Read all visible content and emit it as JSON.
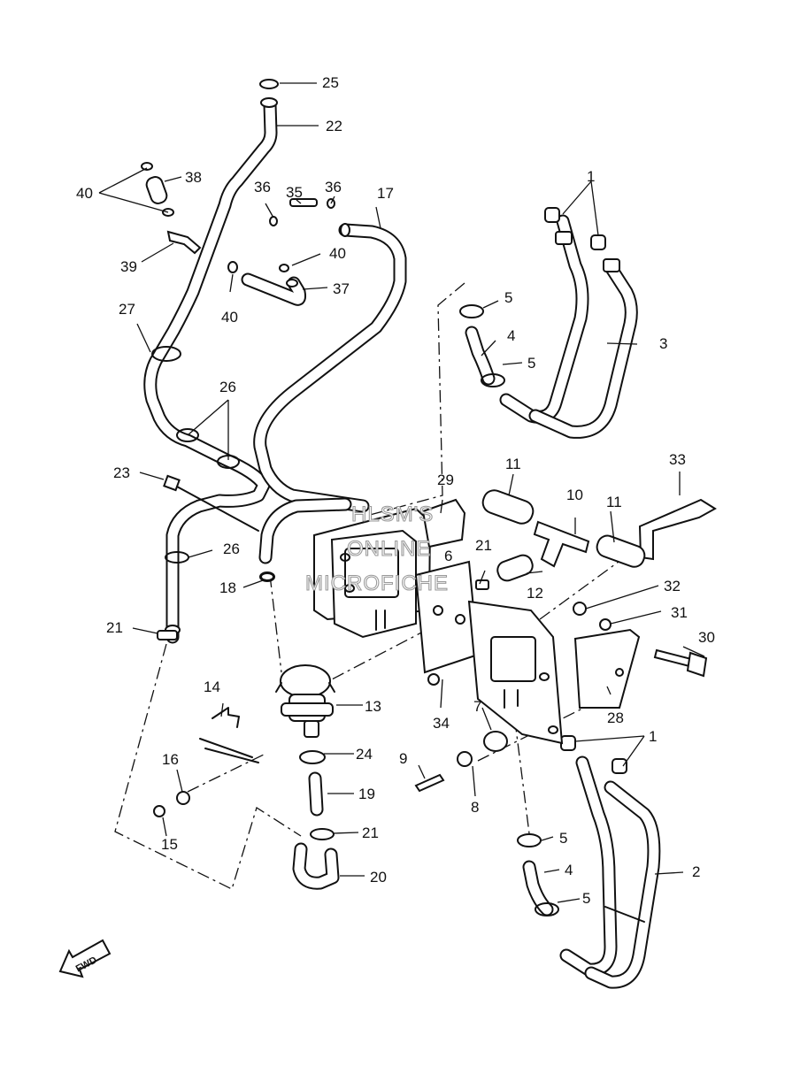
{
  "callouts": {
    "c1a": "1",
    "c1b": "1",
    "c2": "2",
    "c3": "3",
    "c4a": "4",
    "c4b": "4",
    "c5a": "5",
    "c5b": "5",
    "c5c": "5",
    "c5d": "5",
    "c6": "6",
    "c7": "7",
    "c8": "8",
    "c9": "9",
    "c10": "10",
    "c11a": "11",
    "c11b": "11",
    "c12": "12",
    "c13": "13",
    "c14": "14",
    "c15": "15",
    "c16": "16",
    "c17": "17",
    "c18": "18",
    "c19": "19",
    "c20": "20",
    "c21a": "21",
    "c21b": "21",
    "c21c": "21",
    "c22": "22",
    "c23": "23",
    "c24": "24",
    "c25": "25",
    "c26a": "26",
    "c26b": "26",
    "c27": "27",
    "c28": "28",
    "c29": "29",
    "c30": "30",
    "c31": "31",
    "c32": "32",
    "c33": "33",
    "c34": "34",
    "c35": "35",
    "c36a": "36",
    "c36b": "36",
    "c37": "37",
    "c38": "38",
    "c39": "39",
    "c40a": "40",
    "c40b": "40",
    "c40c": "40"
  },
  "watermark": {
    "line1": "HLSM'S",
    "line2": "ONLINE",
    "line3": "MICROFICHE"
  },
  "fwd_label": "FWD"
}
